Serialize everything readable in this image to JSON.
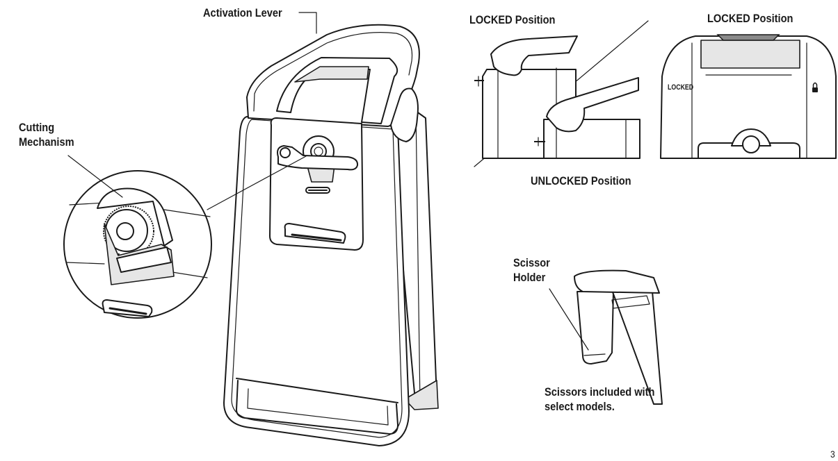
{
  "labels": {
    "activation_lever": "Activation Lever",
    "cutting_mechanism_line1": "Cutting",
    "cutting_mechanism_line2": "Mechanism",
    "locked_position_side": "LOCKED Position",
    "locked_position_front": "LOCKED Position",
    "unlocked_position": "UNLOCKED Position",
    "scissor_holder_line1": "Scissor",
    "scissor_holder_line2": "Holder",
    "scissors_note_line1": "Scissors included with",
    "scissors_note_line2": "select models."
  },
  "device_text": {
    "locked_marking": "LOCKED",
    "lock_icon": "padlock-icon"
  },
  "page_number": "3"
}
